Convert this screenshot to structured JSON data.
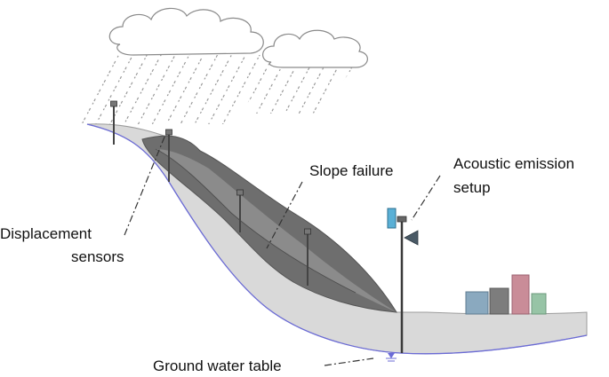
{
  "labels": {
    "displacement_line1": "Displacement",
    "displacement_line2": "sensors",
    "slope_failure": "Slope failure",
    "acoustic_line1": "Acoustic emission",
    "acoustic_line2": "setup",
    "ground_water": "Ground water table"
  },
  "colors": {
    "ground": "#d9d9d9",
    "failure_mass": "#6e6e6e",
    "rain": "#8f8f8f",
    "water_table": "#6b6bd6",
    "buildings": [
      "#8aa9bf",
      "#7d7d7d",
      "#c98c98",
      "#97c4a6"
    ],
    "acoustic_box": "#5ab0d6"
  },
  "icons": {
    "clouds": "cloud-icon",
    "sensor": "displacement-sensor-icon",
    "acoustic": "acoustic-emission-sensor-icon",
    "water_marker": "water-table-marker-icon",
    "buildings": "building-icon"
  }
}
